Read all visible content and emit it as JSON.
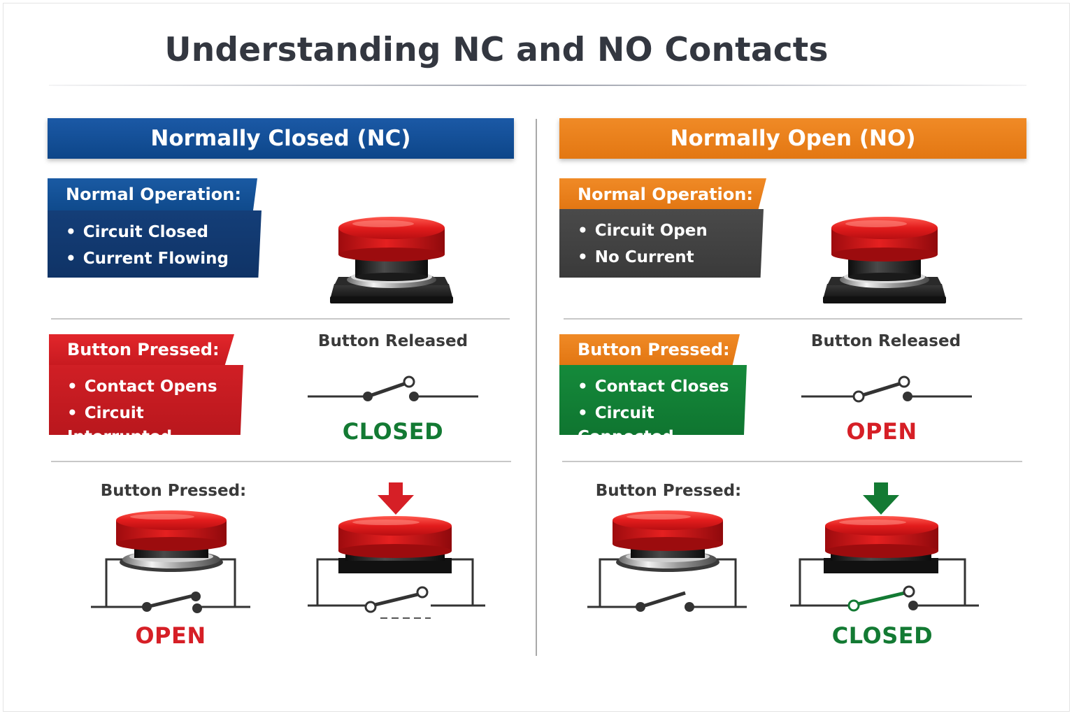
{
  "title": "Understanding NC and NO Contacts",
  "colors": {
    "blue": "#0f4a8c",
    "orange": "#e37712",
    "red": "#d61f26",
    "green": "#137a33",
    "gray": "#3a3a3a",
    "button_red": "#e21c1c"
  },
  "nc": {
    "header": "Normally Closed (NC)",
    "normal_operation": {
      "label": "Normal Operation:",
      "items": [
        "Circuit Closed",
        "Current Flowing"
      ]
    },
    "button_pressed": {
      "label": "Button Pressed:",
      "items": [
        "Contact Opens",
        "Circuit Interrupted"
      ]
    },
    "released_label": "Button Released",
    "released_state": "CLOSED",
    "bottom_label": "Button Pressed:",
    "bottom_state": "OPEN"
  },
  "no": {
    "header": "Normally Open (NO)",
    "normal_operation": {
      "label": "Normal Operation:",
      "items": [
        "Circuit Open",
        "No Current"
      ]
    },
    "button_pressed": {
      "label": "Button Pressed:",
      "items": [
        "Contact Closes",
        "Circuit Connected"
      ]
    },
    "released_label": "Button Released",
    "released_state": "OPEN",
    "bottom_label": "Button Pressed:",
    "bottom_state": "CLOSED"
  },
  "icons": [
    "push-button-icon",
    "down-arrow-icon",
    "switch-contact-icon"
  ]
}
